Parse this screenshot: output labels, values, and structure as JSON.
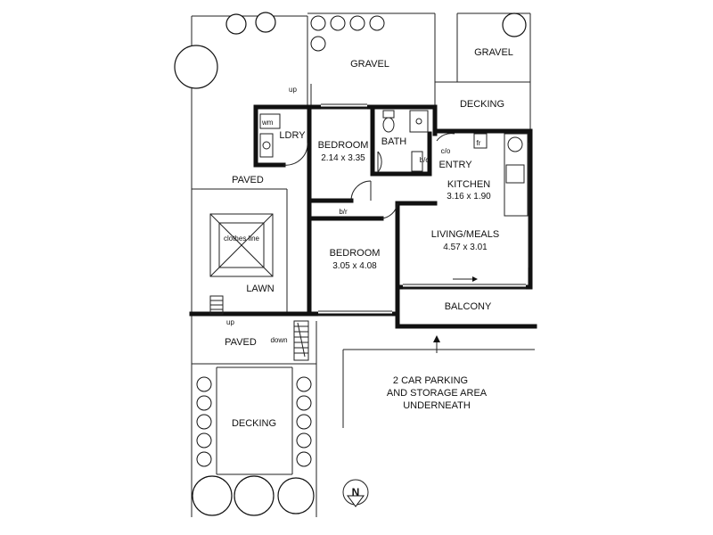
{
  "plan": {
    "labels": {
      "gravel_main": "GRAVEL",
      "gravel_right": "GRAVEL",
      "decking_top": "DECKING",
      "ldry": "LDRY",
      "wm": "wm",
      "bedroom1": "BEDROOM",
      "bedroom1_dim": "2.14 x 3.35",
      "bath": "BATH",
      "blc": "b/c",
      "co": "c/o",
      "fr": "fr",
      "entry": "ENTRY",
      "kitchen": "KITCHEN",
      "kitchen_dim": "3.16 x 1.90",
      "paved_top": "PAVED",
      "br": "b/r",
      "living": "LIVING/MEALS",
      "living_dim": "4.57 x 3.01",
      "clothes_line": "clothes line",
      "bedroom2": "BEDROOM",
      "bedroom2_dim": "3.05 x 4.08",
      "lawn": "LAWN",
      "up_top": "up",
      "up_bottom": "up",
      "balcony": "BALCONY",
      "paved_bottom": "PAVED",
      "down": "down",
      "parking_line1": "2 CAR PARKING",
      "parking_line2": "AND STORAGE AREA",
      "parking_line3": "UNDERNEATH",
      "decking_bottom": "DECKING",
      "north": "N"
    }
  }
}
